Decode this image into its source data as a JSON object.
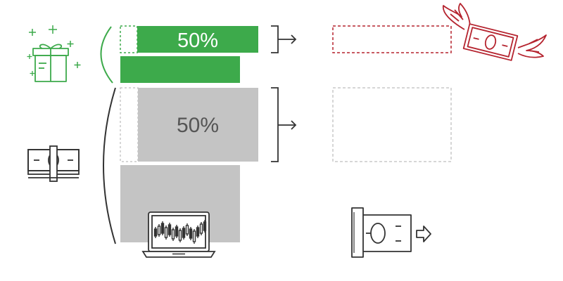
{
  "colors": {
    "green": "#3daa4b",
    "gray_fill": "#c4c4c4",
    "gray_dashed": "#c8c8c8",
    "red": "#b5242f",
    "line_dark": "#333333",
    "text_gray": "#555555"
  },
  "top_block": {
    "percent_label": "50%",
    "share": 0.5
  },
  "bottom_block": {
    "percent_label": "50%",
    "share": 0.5
  },
  "icons": {
    "bonus": "gift-icon",
    "deposit": "banknote-stack-icon",
    "trading": "laptop-candlestick-chart-icon",
    "withdrawal": "atm-cash-withdrawal-icon",
    "lost_bonus": "flying-money-icon"
  }
}
